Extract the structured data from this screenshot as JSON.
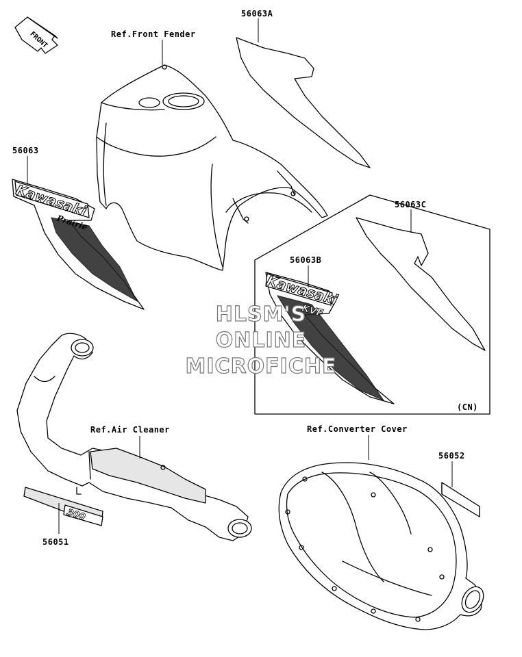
{
  "labels": {
    "front_arrow": "FRONT",
    "ref_front_fender": "Ref.Front Fender",
    "part_56063A": "56063A",
    "part_56063": "56063",
    "part_56063C": "56063C",
    "part_56063B": "56063B",
    "variant_cn": "(CN)",
    "ref_air_cleaner": "Ref.Air Cleaner",
    "ref_converter_cover": "Ref.Converter Cover",
    "part_56052": "56052",
    "part_56051": "56051"
  },
  "decals": {
    "decal_kawasaki": "Kawasaki",
    "decal_prairie": "Prairie",
    "decal_kvf": "KVF",
    "decal_300": "300"
  },
  "watermark": {
    "line1": "HLSM'S",
    "line2": "ONLINE",
    "line3": "MICROFICHE"
  }
}
